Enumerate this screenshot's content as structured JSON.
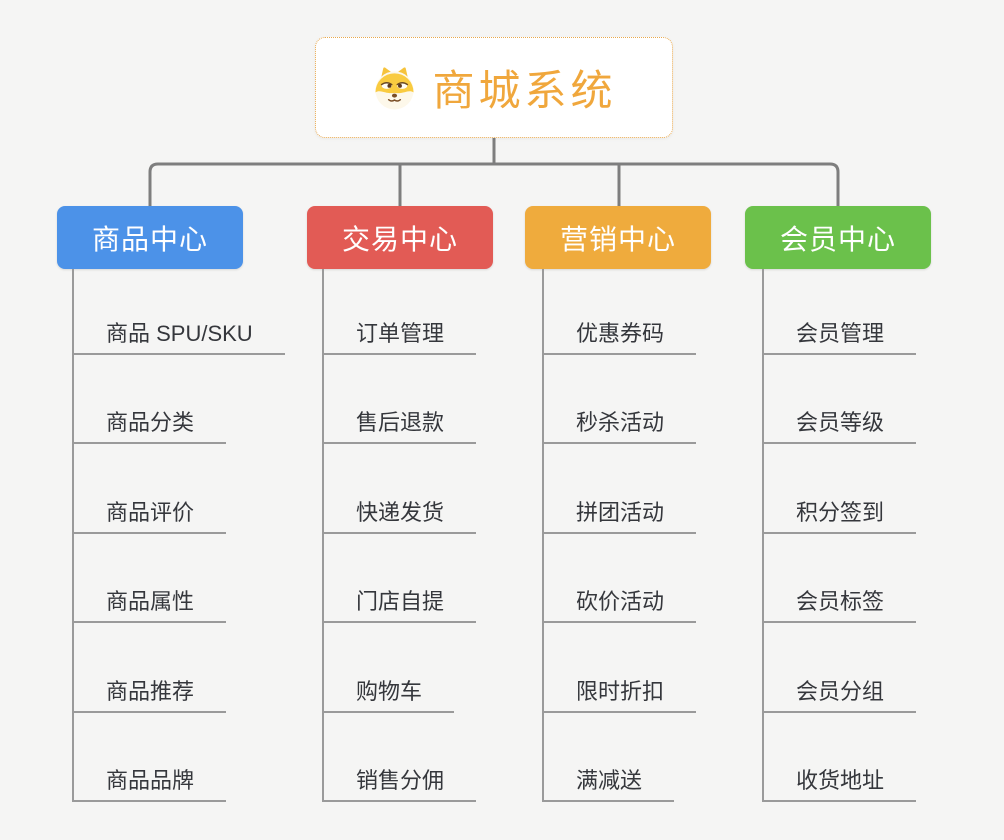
{
  "diagram": {
    "background_color": "#f5f5f4",
    "connector_color": "#7e7e7e",
    "branch_line_color": "#9a9a9a"
  },
  "root": {
    "title": "商城系统",
    "title_color": "#f0a73c",
    "border_color": "#e9a94e",
    "icon": "doge-dog-icon"
  },
  "branches": [
    {
      "label": "商品中心",
      "color": "#4c92e8",
      "items": [
        "商品 SPU/SKU",
        "商品分类",
        "商品评价",
        "商品属性",
        "商品推荐",
        "商品品牌"
      ]
    },
    {
      "label": "交易中心",
      "color": "#e25b55",
      "items": [
        "订单管理",
        "售后退款",
        "快递发货",
        "门店自提",
        "购物车",
        "销售分佣"
      ]
    },
    {
      "label": "营销中心",
      "color": "#efab3d",
      "items": [
        "优惠券码",
        "秒杀活动",
        "拼团活动",
        "砍价活动",
        "限时折扣",
        "满减送"
      ]
    },
    {
      "label": "会员中心",
      "color": "#6bc14b",
      "items": [
        "会员管理",
        "会员等级",
        "积分签到",
        "会员标签",
        "会员分组",
        "收货地址"
      ]
    }
  ]
}
